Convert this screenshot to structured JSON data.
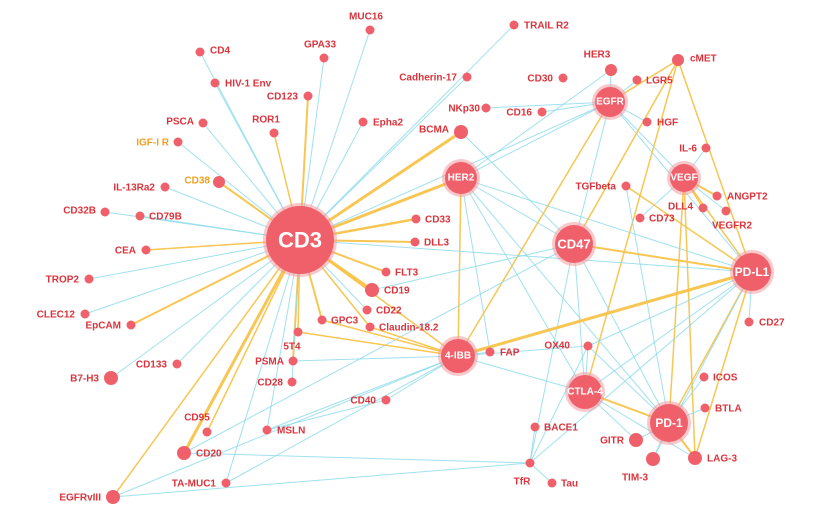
{
  "colors": {
    "node_fill": "#f0606a",
    "node_stroke": "#f39aa0",
    "edge_blue": "#8fdcec",
    "edge_orange": "#f7c34a",
    "label_red": "#d9343c",
    "label_orange": "#f0a020",
    "hub_text": "#ffffff",
    "background": "#ffffff"
  },
  "nodes": [
    {
      "id": "cd3",
      "label": "CD3",
      "type": "hub"
    },
    {
      "id": "cd47",
      "label": "CD47",
      "type": "hub"
    },
    {
      "id": "pdl1",
      "label": "PD-L1",
      "type": "hub"
    },
    {
      "id": "pd1",
      "label": "PD-1",
      "type": "hub"
    },
    {
      "id": "ctla4",
      "label": "CTLA-4",
      "type": "hub"
    },
    {
      "id": "ibb4",
      "label": "4-IBB",
      "type": "hub"
    },
    {
      "id": "her2",
      "label": "HER2",
      "type": "hub"
    },
    {
      "id": "egfr",
      "label": "EGFR",
      "type": "hub"
    },
    {
      "id": "vegf",
      "label": "VEGF",
      "type": "hub"
    },
    {
      "id": "cd4",
      "label": "CD4",
      "type": "leaf"
    },
    {
      "id": "hiv",
      "label": "HIV-1 Env",
      "type": "leaf"
    },
    {
      "id": "gpa33",
      "label": "GPA33",
      "type": "leaf"
    },
    {
      "id": "muc16",
      "label": "MUC16",
      "type": "leaf"
    },
    {
      "id": "trailr2",
      "label": "TRAIL R2",
      "type": "leaf"
    },
    {
      "id": "cadherin17",
      "label": "Cadherin-17",
      "type": "leaf"
    },
    {
      "id": "cd30",
      "label": "CD30",
      "type": "leaf"
    },
    {
      "id": "her3",
      "label": "HER3",
      "type": "leaf"
    },
    {
      "id": "lgr5",
      "label": "LGR5",
      "type": "leaf"
    },
    {
      "id": "cmet",
      "label": "cMET",
      "type": "leaf"
    },
    {
      "id": "cd123",
      "label": "CD123",
      "type": "leaf"
    },
    {
      "id": "nkp30",
      "label": "NKp30",
      "type": "leaf"
    },
    {
      "id": "cd16",
      "label": "CD16",
      "type": "leaf"
    },
    {
      "id": "psca",
      "label": "PSCA",
      "type": "leaf"
    },
    {
      "id": "ror1",
      "label": "ROR1",
      "type": "leaf"
    },
    {
      "id": "epha2",
      "label": "Epha2",
      "type": "leaf"
    },
    {
      "id": "bcma",
      "label": "BCMA",
      "type": "leaf"
    },
    {
      "id": "hgf",
      "label": "HGF",
      "type": "leaf"
    },
    {
      "id": "igf1r",
      "label": "IGF-I R",
      "type": "leaf",
      "orange": true
    },
    {
      "id": "il6",
      "label": "IL-6",
      "type": "leaf"
    },
    {
      "id": "cd38",
      "label": "CD38",
      "type": "leaf",
      "orange": true
    },
    {
      "id": "il13ra2",
      "label": "IL-13Ra2",
      "type": "leaf"
    },
    {
      "id": "tgfbeta",
      "label": "TGFbeta",
      "type": "leaf"
    },
    {
      "id": "angpt2",
      "label": "ANGPT2",
      "type": "leaf"
    },
    {
      "id": "cd32b",
      "label": "CD32B",
      "type": "leaf"
    },
    {
      "id": "cd79b",
      "label": "CD79B",
      "type": "leaf"
    },
    {
      "id": "dll4",
      "label": "DLL4",
      "type": "leaf"
    },
    {
      "id": "cd33",
      "label": "CD33",
      "type": "leaf"
    },
    {
      "id": "cd73",
      "label": "CD73",
      "type": "leaf"
    },
    {
      "id": "vegfr2",
      "label": "VEGFR2",
      "type": "leaf"
    },
    {
      "id": "cea",
      "label": "CEA",
      "type": "leaf"
    },
    {
      "id": "dll3",
      "label": "DLL3",
      "type": "leaf"
    },
    {
      "id": "trop2",
      "label": "TROP2",
      "type": "leaf"
    },
    {
      "id": "flt3",
      "label": "FLT3",
      "type": "leaf"
    },
    {
      "id": "cd19",
      "label": "CD19",
      "type": "leaf"
    },
    {
      "id": "clec12",
      "label": "CLEC12",
      "type": "leaf"
    },
    {
      "id": "cd22",
      "label": "CD22",
      "type": "leaf"
    },
    {
      "id": "epcam",
      "label": "EpCAM",
      "type": "leaf"
    },
    {
      "id": "gpc3",
      "label": "GPC3",
      "type": "leaf"
    },
    {
      "id": "claudin",
      "label": "Claudin-18.2",
      "type": "leaf"
    },
    {
      "id": "cd27",
      "label": "CD27",
      "type": "leaf"
    },
    {
      "id": "t54",
      "label": "5T4",
      "type": "leaf"
    },
    {
      "id": "ox40",
      "label": "OX40",
      "type": "leaf"
    },
    {
      "id": "cd133",
      "label": "CD133",
      "type": "leaf"
    },
    {
      "id": "psma",
      "label": "PSMA",
      "type": "leaf"
    },
    {
      "id": "fap",
      "label": "FAP",
      "type": "leaf"
    },
    {
      "id": "b7h3",
      "label": "B7-H3",
      "type": "leaf"
    },
    {
      "id": "cd28",
      "label": "CD28",
      "type": "leaf"
    },
    {
      "id": "icos",
      "label": "ICOS",
      "type": "leaf"
    },
    {
      "id": "cd40",
      "label": "CD40",
      "type": "leaf"
    },
    {
      "id": "btla",
      "label": "BTLA",
      "type": "leaf"
    },
    {
      "id": "cd95",
      "label": "CD95",
      "type": "leaf"
    },
    {
      "id": "msln",
      "label": "MSLN",
      "type": "leaf"
    },
    {
      "id": "bace1",
      "label": "BACE1",
      "type": "leaf"
    },
    {
      "id": "gitr",
      "label": "GITR",
      "type": "leaf"
    },
    {
      "id": "cd20",
      "label": "CD20",
      "type": "leaf"
    },
    {
      "id": "lag3",
      "label": "LAG-3",
      "type": "leaf"
    },
    {
      "id": "tim3",
      "label": "TIM-3",
      "type": "leaf"
    },
    {
      "id": "tamuc1",
      "label": "TA-MUC1",
      "type": "leaf"
    },
    {
      "id": "tfr",
      "label": "TfR",
      "type": "leaf"
    },
    {
      "id": "tau",
      "label": "Tau",
      "type": "leaf"
    },
    {
      "id": "egfrviii",
      "label": "EGFRvIII",
      "type": "leaf"
    }
  ],
  "edges": [
    {
      "source": "cd3",
      "target": "cd4",
      "color": "blue",
      "weight": 1
    },
    {
      "source": "cd3",
      "target": "hiv",
      "color": "blue",
      "weight": 1
    },
    {
      "source": "cd3",
      "target": "gpa33",
      "color": "blue",
      "weight": 1
    },
    {
      "source": "cd3",
      "target": "muc16",
      "color": "blue",
      "weight": 1
    },
    {
      "source": "cd3",
      "target": "trailr2",
      "color": "blue",
      "weight": 1
    },
    {
      "source": "cd3",
      "target": "cd123",
      "color": "orange",
      "weight": 2
    },
    {
      "source": "cd3",
      "target": "ror1",
      "color": "orange",
      "weight": 1.5
    },
    {
      "source": "cd3",
      "target": "epha2",
      "color": "blue",
      "weight": 1
    },
    {
      "source": "cd3",
      "target": "psca",
      "color": "blue",
      "weight": 1
    },
    {
      "source": "cd3",
      "target": "igf1r",
      "color": "blue",
      "weight": 1
    },
    {
      "source": "cd3",
      "target": "cd38",
      "color": "orange",
      "weight": 2
    },
    {
      "source": "cd3",
      "target": "il13ra2",
      "color": "blue",
      "weight": 1
    },
    {
      "source": "cd3",
      "target": "cd32b",
      "color": "blue",
      "weight": 1
    },
    {
      "source": "cd3",
      "target": "cd79b",
      "color": "blue",
      "weight": 1
    },
    {
      "source": "cd3",
      "target": "cea",
      "color": "orange",
      "weight": 1.5
    },
    {
      "source": "cd3",
      "target": "trop2",
      "color": "blue",
      "weight": 1
    },
    {
      "source": "cd3",
      "target": "clec12",
      "color": "blue",
      "weight": 1
    },
    {
      "source": "cd3",
      "target": "epcam",
      "color": "orange",
      "weight": 2
    },
    {
      "source": "cd3",
      "target": "b7h3",
      "color": "blue",
      "weight": 1
    },
    {
      "source": "cd3",
      "target": "cd133",
      "color": "blue",
      "weight": 1
    },
    {
      "source": "cd3",
      "target": "psma",
      "color": "orange",
      "weight": 2
    },
    {
      "source": "cd3",
      "target": "cd28",
      "color": "blue",
      "weight": 1
    },
    {
      "source": "cd3",
      "target": "cd95",
      "color": "orange",
      "weight": 1.5
    },
    {
      "source": "cd3",
      "target": "cd20",
      "color": "orange",
      "weight": 3
    },
    {
      "source": "cd3",
      "target": "tamuc1",
      "color": "blue",
      "weight": 1
    },
    {
      "source": "cd3",
      "target": "egfrviii",
      "color": "orange",
      "weight": 1.5
    },
    {
      "source": "cd3",
      "target": "msln",
      "color": "blue",
      "weight": 1
    },
    {
      "source": "cd3",
      "target": "t54",
      "color": "orange",
      "weight": 1.5
    },
    {
      "source": "cd3",
      "target": "gpc3",
      "color": "orange",
      "weight": 2
    },
    {
      "source": "cd3",
      "target": "cd22",
      "color": "blue",
      "weight": 1
    },
    {
      "source": "cd3",
      "target": "claudin",
      "color": "orange",
      "weight": 1.5
    },
    {
      "source": "cd3",
      "target": "cd19",
      "color": "orange",
      "weight": 3
    },
    {
      "source": "cd3",
      "target": "flt3",
      "color": "orange",
      "weight": 2
    },
    {
      "source": "cd3",
      "target": "dll3",
      "color": "orange",
      "weight": 2
    },
    {
      "source": "cd3",
      "target": "cd33",
      "color": "orange",
      "weight": 2.5
    },
    {
      "source": "cd3",
      "target": "her2",
      "color": "orange",
      "weight": 3
    },
    {
      "source": "cd3",
      "target": "bcma",
      "color": "orange",
      "weight": 3
    },
    {
      "source": "cd3",
      "target": "cadherin17",
      "color": "blue",
      "weight": 1
    },
    {
      "source": "cd3",
      "target": "ibb4",
      "color": "orange",
      "weight": 1.5
    },
    {
      "source": "cd3",
      "target": "egfr",
      "color": "blue",
      "weight": 1
    },
    {
      "source": "her2",
      "target": "ibb4",
      "color": "orange",
      "weight": 1.5
    },
    {
      "source": "her2",
      "target": "cd47",
      "color": "blue",
      "weight": 1
    },
    {
      "source": "her2",
      "target": "pdl1",
      "color": "blue",
      "weight": 1
    },
    {
      "source": "her2",
      "target": "ctla4",
      "color": "blue",
      "weight": 1
    },
    {
      "source": "her2",
      "target": "pd1",
      "color": "blue",
      "weight": 1
    },
    {
      "source": "her2",
      "target": "egfr",
      "color": "blue",
      "weight": 1
    },
    {
      "source": "her2",
      "target": "fap",
      "color": "blue",
      "weight": 1
    },
    {
      "source": "her2",
      "target": "her3",
      "color": "blue",
      "weight": 1
    },
    {
      "source": "bcma",
      "target": "cd47",
      "color": "blue",
      "weight": 1
    },
    {
      "source": "egfr",
      "target": "her3",
      "color": "blue",
      "weight": 1
    },
    {
      "source": "egfr",
      "target": "lgr5",
      "color": "blue",
      "weight": 1
    },
    {
      "source": "egfr",
      "target": "cmet",
      "color": "orange",
      "weight": 1.5
    },
    {
      "source": "egfr",
      "target": "hgf",
      "color": "blue",
      "weight": 1
    },
    {
      "source": "egfr",
      "target": "cd16",
      "color": "blue",
      "weight": 1
    },
    {
      "source": "egfr",
      "target": "cd47",
      "color": "blue",
      "weight": 1
    },
    {
      "source": "egfr",
      "target": "ibb4",
      "color": "orange",
      "weight": 1.5
    },
    {
      "source": "egfr",
      "target": "pdl1",
      "color": "blue",
      "weight": 1
    },
    {
      "source": "egfr",
      "target": "vegf",
      "color": "blue",
      "weight": 1
    },
    {
      "source": "egfr",
      "target": "nkp30",
      "color": "blue",
      "weight": 1
    },
    {
      "source": "cmet",
      "target": "cd47",
      "color": "orange",
      "weight": 1.5
    },
    {
      "source": "cmet",
      "target": "pdl1",
      "color": "orange",
      "weight": 1.5
    },
    {
      "source": "cmet",
      "target": "ctla4",
      "color": "orange",
      "weight": 1.5
    },
    {
      "source": "vegf",
      "target": "angpt2",
      "color": "orange",
      "weight": 2
    },
    {
      "source": "vegf",
      "target": "dll4",
      "color": "orange",
      "weight": 1.5
    },
    {
      "source": "vegf",
      "target": "il6",
      "color": "blue",
      "weight": 1
    },
    {
      "source": "vegf",
      "target": "pdl1",
      "color": "orange",
      "weight": 1.5
    },
    {
      "source": "vegf",
      "target": "pd1",
      "color": "orange",
      "weight": 1.5
    },
    {
      "source": "vegf",
      "target": "vegfr2",
      "color": "blue",
      "weight": 1
    },
    {
      "source": "vegf",
      "target": "cd73",
      "color": "blue",
      "weight": 1
    },
    {
      "source": "vegf",
      "target": "lag3",
      "color": "orange",
      "weight": 1.5
    },
    {
      "source": "tgfbeta",
      "target": "pdl1",
      "color": "orange",
      "weight": 1.5
    },
    {
      "source": "tgfbeta",
      "target": "pd1",
      "color": "blue",
      "weight": 1
    },
    {
      "source": "cd47",
      "target": "pdl1",
      "color": "orange",
      "weight": 2
    },
    {
      "source": "cd47",
      "target": "cd20",
      "color": "blue",
      "weight": 1
    },
    {
      "source": "cd47",
      "target": "ctla4",
      "color": "blue",
      "weight": 1
    },
    {
      "source": "cd47",
      "target": "pd1",
      "color": "blue",
      "weight": 1
    },
    {
      "source": "cd47",
      "target": "cd19",
      "color": "blue",
      "weight": 1
    },
    {
      "source": "cd47",
      "target": "tfr",
      "color": "blue",
      "weight": 1
    },
    {
      "source": "pdl1",
      "target": "ibb4",
      "color": "orange",
      "weight": 3
    },
    {
      "source": "pdl1",
      "target": "ctla4",
      "color": "blue",
      "weight": 1
    },
    {
      "source": "pdl1",
      "target": "pd1",
      "color": "orange",
      "weight": 1.5
    },
    {
      "source": "pdl1",
      "target": "cd27",
      "color": "blue",
      "weight": 1
    },
    {
      "source": "pdl1",
      "target": "ox40",
      "color": "blue",
      "weight": 1
    },
    {
      "source": "pdl1",
      "target": "lag3",
      "color": "orange",
      "weight": 1.5
    },
    {
      "source": "pdl1",
      "target": "tim3",
      "color": "blue",
      "weight": 1
    },
    {
      "source": "pdl1",
      "target": "cd3",
      "color": "blue",
      "weight": 1
    },
    {
      "source": "pdl1",
      "target": "tfr",
      "color": "blue",
      "weight": 1
    },
    {
      "source": "pd1",
      "target": "ctla4",
      "color": "orange",
      "weight": 2
    },
    {
      "source": "pd1",
      "target": "lag3",
      "color": "orange",
      "weight": 2
    },
    {
      "source": "pd1",
      "target": "tim3",
      "color": "blue",
      "weight": 1
    },
    {
      "source": "pd1",
      "target": "icos",
      "color": "blue",
      "weight": 1
    },
    {
      "source": "pd1",
      "target": "btla",
      "color": "blue",
      "weight": 1
    },
    {
      "source": "pd1",
      "target": "gitr",
      "color": "blue",
      "weight": 1
    },
    {
      "source": "pd1",
      "target": "ox40",
      "color": "blue",
      "weight": 1
    },
    {
      "source": "ctla4",
      "target": "ox40",
      "color": "blue",
      "weight": 1
    },
    {
      "source": "ctla4",
      "target": "ibb4",
      "color": "blue",
      "weight": 1
    },
    {
      "source": "ctla4",
      "target": "lag3",
      "color": "blue",
      "weight": 1
    },
    {
      "source": "ctla4",
      "target": "gitr",
      "color": "blue",
      "weight": 1
    },
    {
      "source": "ibb4",
      "target": "fap",
      "color": "blue",
      "weight": 1
    },
    {
      "source": "ibb4",
      "target": "ox40",
      "color": "blue",
      "weight": 1
    },
    {
      "source": "ibb4",
      "target": "psma",
      "color": "blue",
      "weight": 1
    },
    {
      "source": "ibb4",
      "target": "t54",
      "color": "orange",
      "weight": 1.5
    },
    {
      "source": "ibb4",
      "target": "cd40",
      "color": "blue",
      "weight": 1
    },
    {
      "source": "ibb4",
      "target": "msln",
      "color": "blue",
      "weight": 1
    },
    {
      "source": "ibb4",
      "target": "claudin",
      "color": "orange",
      "weight": 1.5
    },
    {
      "source": "ibb4",
      "target": "gpc3",
      "color": "orange",
      "weight": 1.5
    },
    {
      "source": "ibb4",
      "target": "tamuc1",
      "color": "blue",
      "weight": 1
    },
    {
      "source": "ibb4",
      "target": "egfrviii",
      "color": "blue",
      "weight": 1
    },
    {
      "source": "ox40",
      "target": "tfr",
      "color": "blue",
      "weight": 1
    },
    {
      "source": "tfr",
      "target": "bace1",
      "color": "blue",
      "weight": 1
    },
    {
      "source": "tfr",
      "target": "tau",
      "color": "blue",
      "weight": 1
    },
    {
      "source": "tfr",
      "target": "cd20",
      "color": "blue",
      "weight": 1
    },
    {
      "source": "tfr",
      "target": "egfrviii",
      "color": "blue",
      "weight": 1
    },
    {
      "source": "cd40",
      "target": "msln",
      "color": "blue",
      "weight": 1
    }
  ]
}
